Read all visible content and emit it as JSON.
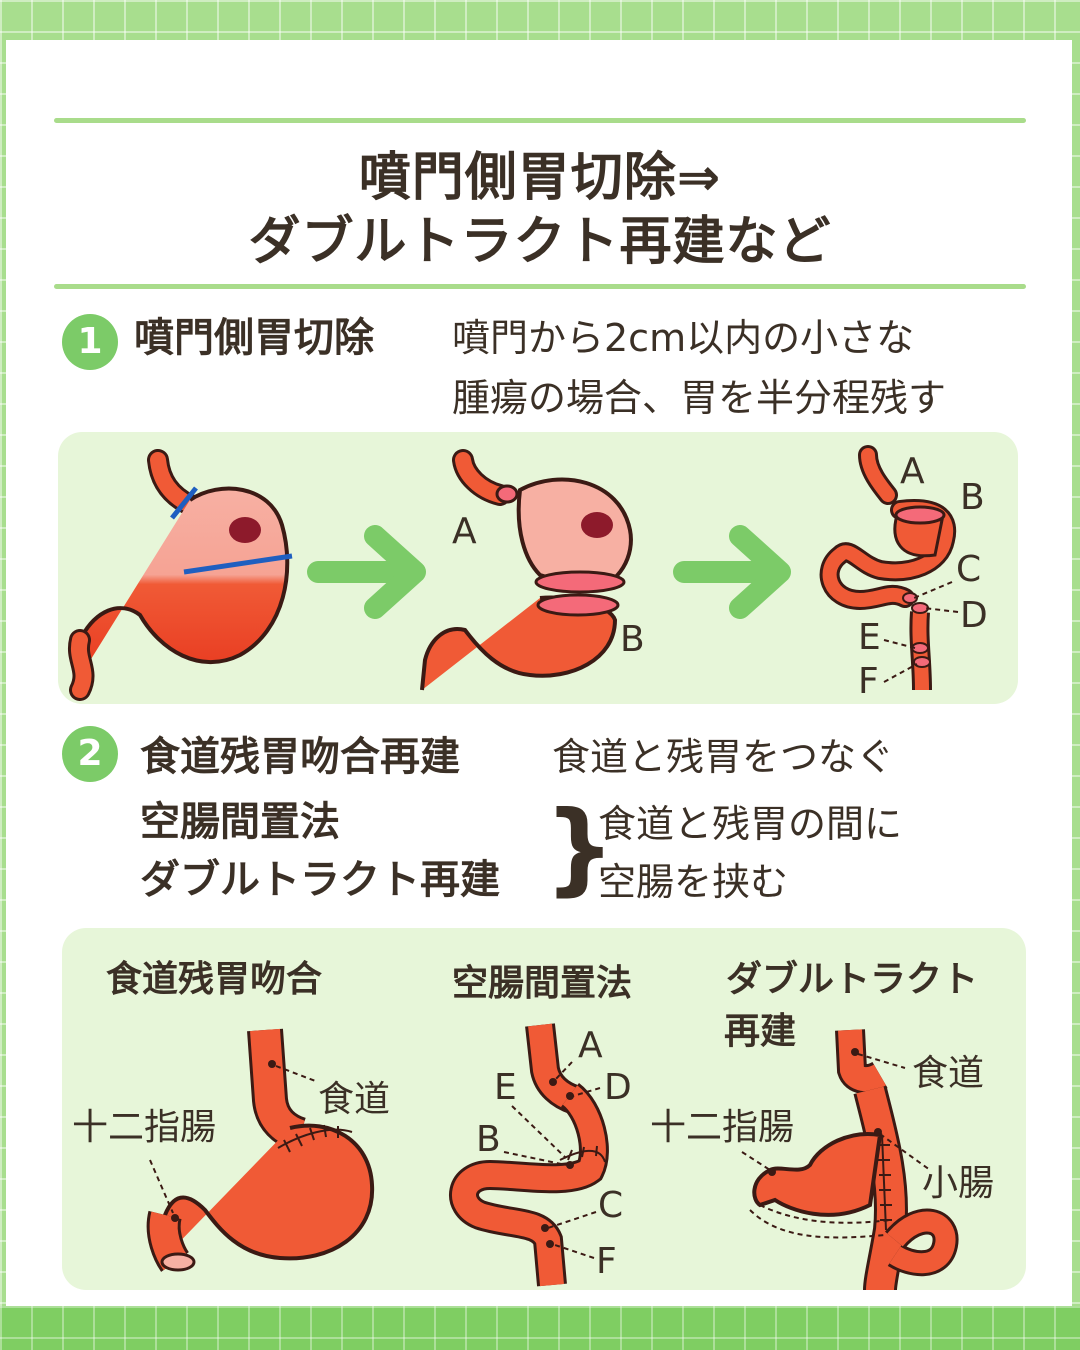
{
  "title": {
    "line1": "噴門側胃切除⇒",
    "line2": "ダブルトラクト再建など"
  },
  "section1": {
    "number": "1",
    "heading": "噴門側胃切除",
    "desc_line1": "噴門から2cm以内の小さな",
    "desc_line2": "腫瘍の場合、胃を半分程残す",
    "labels": {
      "a1": "A",
      "b1": "B",
      "a2": "A",
      "b2": "B",
      "c": "C",
      "d": "D",
      "e": "E",
      "f": "F"
    }
  },
  "section2": {
    "number": "2",
    "item1": "食道残胃吻合再建",
    "item1_desc": "食道と残胃をつなぐ",
    "item2": "空腸間置法",
    "item3": "ダブルトラクト再建",
    "brace": "}",
    "group_desc_line1": "食道と残胃の間に",
    "group_desc_line2": "空腸を挟む"
  },
  "diagrams": {
    "d1": {
      "title": "食道残胃吻合",
      "esophagus": "食道",
      "duodenum": "十二指腸"
    },
    "d2": {
      "title": "空腸間置法",
      "a": "A",
      "b": "B",
      "c": "C",
      "d": "D",
      "e": "E",
      "f": "F"
    },
    "d3": {
      "title_line1": "ダブルトラクト",
      "title_line2": "再建",
      "esophagus": "食道",
      "duodenum": "十二指腸",
      "small_intestine": "小腸"
    }
  },
  "colors": {
    "background": "#a8de8e",
    "panel": "#e7f6d9",
    "accent": "#7ccb68",
    "organ_red": "#f04e2d",
    "organ_outline": "#3b1a14",
    "text": "#3b3026",
    "cut_line": "#1f5fc0"
  }
}
